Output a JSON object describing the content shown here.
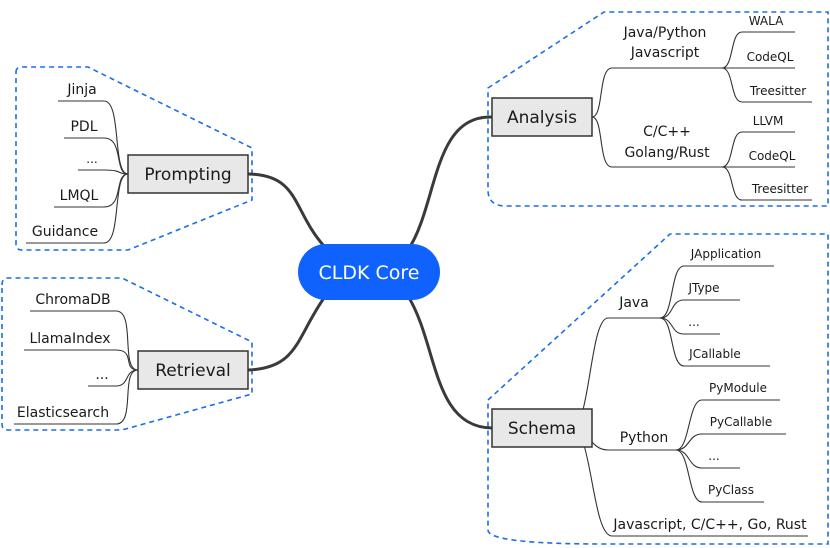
{
  "center": "CLDK Core",
  "analysis": {
    "title": "Analysis",
    "groups": [
      {
        "label": [
          "Java/Python",
          "Javascript"
        ],
        "tools": [
          "WALA",
          "CodeQL",
          "Treesitter"
        ]
      },
      {
        "label": [
          "C/C++",
          "Golang/Rust"
        ],
        "tools": [
          "LLVM",
          "CodeQL",
          "Treesitter"
        ]
      }
    ]
  },
  "schema": {
    "title": "Schema",
    "java": {
      "label": "Java",
      "items": [
        "JApplication",
        "JType",
        "...",
        "JCallable"
      ]
    },
    "python": {
      "label": "Python",
      "items": [
        "PyModule",
        "PyCallable",
        "...",
        "PyClass"
      ]
    },
    "others": "Javascript, C/C++, Go, Rust"
  },
  "prompting": {
    "title": "Prompting",
    "items": [
      "Jinja",
      "PDL",
      "...",
      "LMQL",
      "Guidance"
    ]
  },
  "retrieval": {
    "title": "Retrieval",
    "items": [
      "ChromaDB",
      "LlamaIndex",
      "...",
      "Elasticsearch"
    ]
  }
}
